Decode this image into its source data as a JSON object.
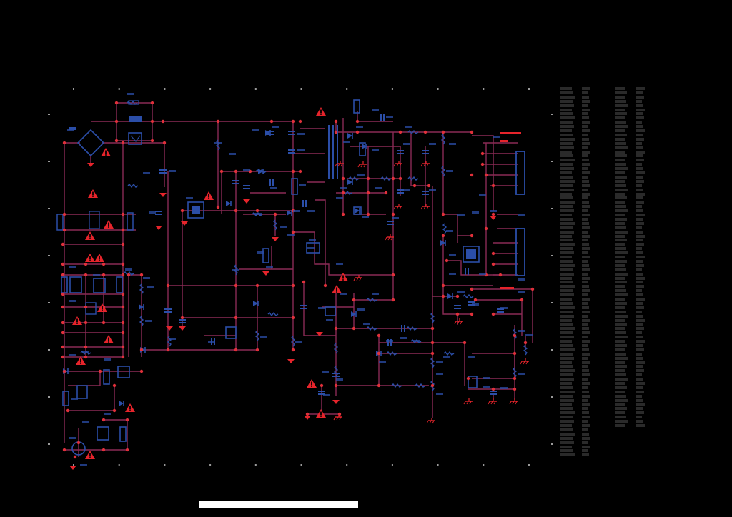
{
  "colors": {
    "background": "#000000",
    "wire": "#8a2a55",
    "component": "#2b4ea8",
    "junction": "#e0303a",
    "warning": "#e6242b",
    "frame_tick": "#9a9a9a",
    "bom_text": "#2c2c2c",
    "footer_bar": "#ffffff"
  },
  "diagram": {
    "type": "electrical schematic (power supply)",
    "frame": {
      "top_ticks": 11,
      "side_ticks": 8
    },
    "symbols": {
      "warning_icon": "warning-triangle-icon",
      "ground_icon": "ground-icon",
      "transformer_icon": "transformer-icon",
      "ic_icon": "ic-package-icon",
      "connector_icon": "connector-header-icon",
      "bridge_icon": "bridge-rectifier-icon"
    }
  },
  "bom_list": {
    "rows": 88
  }
}
